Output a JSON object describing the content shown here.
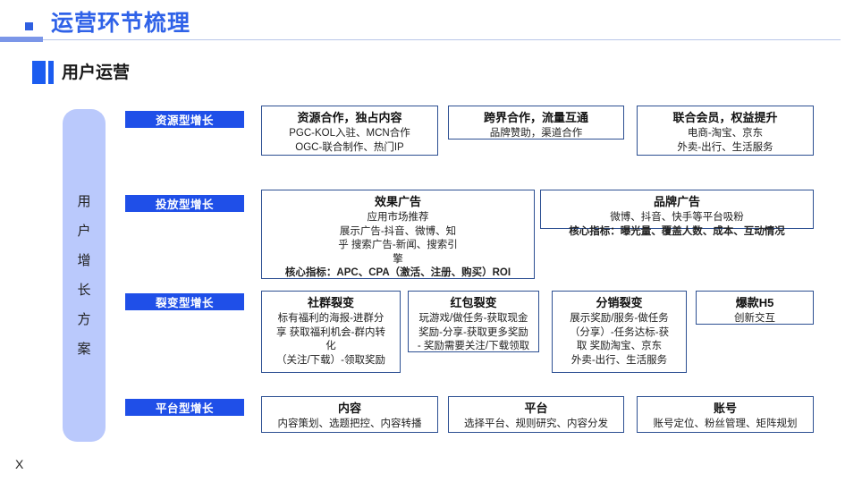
{
  "header": {
    "title": "运营环节梳理",
    "bullet_icon": "square-bullet-icon",
    "accent_color": "#2f62e8"
  },
  "subtitle": {
    "text": "用户运营",
    "marker_icon": "double-bar-marker-icon",
    "color": "#1b5cf0"
  },
  "side_band": {
    "label": "用户增长方案",
    "chars": [
      "用",
      "户",
      "增",
      "长",
      "方",
      "案"
    ],
    "color": "#bac9fc"
  },
  "rows": [
    {
      "category": "资源型增长",
      "boxes": [
        {
          "title": "资源合作，独占内容",
          "lines": [
            {
              "text": "PGC-KOL入驻、MCN合作",
              "bold": false
            },
            {
              "text": "OGC-联合制作、热门IP",
              "bold": false
            }
          ]
        },
        {
          "title": "跨界合作，流量互通",
          "lines": [
            {
              "text": "品牌赞助，渠道合作",
              "bold": false
            }
          ]
        },
        {
          "title": "联合会员，权益提升",
          "lines": [
            {
              "text": "电商-淘宝、京东",
              "bold": false
            },
            {
              "text": "外卖-出行、生活服务",
              "bold": false
            }
          ]
        }
      ]
    },
    {
      "category": "投放型增长",
      "boxes": [
        {
          "title": "效果广告",
          "lines": [
            {
              "text": "应用市场推荐",
              "bold": false
            },
            {
              "text": "展示广告-抖音、微博、知",
              "bold": false
            },
            {
              "text": "乎 搜索广告-新闻、搜索引",
              "bold": false
            },
            {
              "text": "擎",
              "bold": false
            },
            {
              "text": "核心指标：APC、CPA（激活、注册、购买）ROI",
              "bold": true
            }
          ]
        },
        {
          "title": "品牌广告",
          "lines": [
            {
              "text": "微博、抖音、快手等平台吸粉",
              "bold": false
            },
            {
              "text": "核心指标：曝光量、覆盖人数、成本、互动情况",
              "bold": true
            }
          ]
        }
      ]
    },
    {
      "category": "裂变型增长",
      "boxes": [
        {
          "title": "社群裂变",
          "lines": [
            {
              "text": "标有福利的海报-进群分",
              "bold": false
            },
            {
              "text": "享 获取福利机会-群内转",
              "bold": false
            },
            {
              "text": "化",
              "bold": false
            },
            {
              "text": "（关注/下载）-领取奖励",
              "bold": false
            }
          ]
        },
        {
          "title": "红包裂变",
          "lines": [
            {
              "text": "玩游戏/做任务-获取现金",
              "bold": false
            },
            {
              "text": "奖励-分享-获取更多奖励",
              "bold": false
            },
            {
              "text": "- 奖励需要关注/下载领取",
              "bold": false
            }
          ]
        },
        {
          "title": "分销裂变",
          "lines": [
            {
              "text": "展示奖励/服务-做任务",
              "bold": false
            },
            {
              "text": "（分享）-任务达标-获",
              "bold": false
            },
            {
              "text": "取 奖励淘宝、京东",
              "bold": false
            },
            {
              "text": "外卖-出行、生活服务",
              "bold": false
            }
          ]
        },
        {
          "title": "爆款H5",
          "lines": [
            {
              "text": "创新交互",
              "bold": false
            }
          ]
        }
      ]
    },
    {
      "category": "平台型增长",
      "boxes": [
        {
          "title": "内容",
          "lines": [
            {
              "text": "内容策划、选题把控、内容转播",
              "bold": false
            }
          ]
        },
        {
          "title": "平台",
          "lines": [
            {
              "text": "选择平台、规则研究、内容分发",
              "bold": false
            }
          ]
        },
        {
          "title": "账号",
          "lines": [
            {
              "text": "账号定位、粉丝管理、矩阵规划",
              "bold": false
            }
          ]
        }
      ]
    }
  ],
  "footer": {
    "mark": "X"
  }
}
